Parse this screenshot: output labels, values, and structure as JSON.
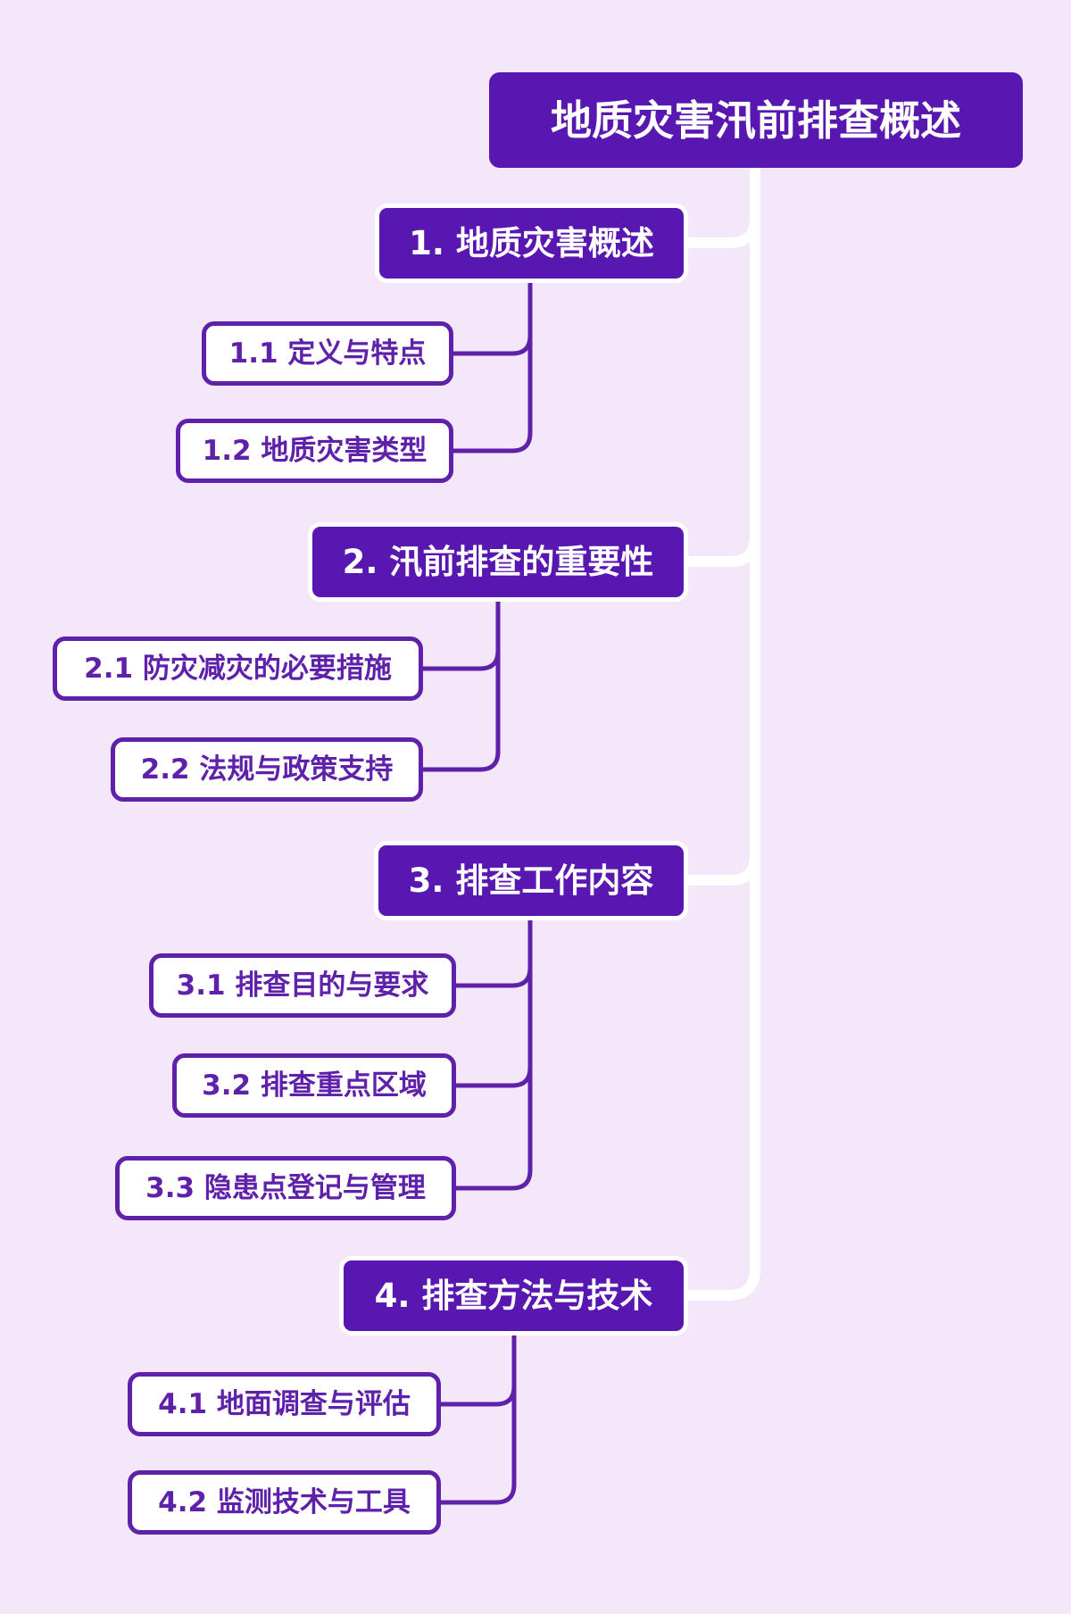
{
  "title": "地质灾害汛前排查概述",
  "colors": {
    "background": "#F3E7F9",
    "node_fill": "#5817B0",
    "accent": "#5F20AA",
    "link_white": "#FFFFFF"
  },
  "branches": [
    {
      "label": "1. 地质灾害概述",
      "children": [
        {
          "label": "1.1 定义与特点"
        },
        {
          "label": "1.2 地质灾害类型"
        }
      ]
    },
    {
      "label": "2. 汛前排查的重要性",
      "children": [
        {
          "label": "2.1 防灾减灾的必要措施"
        },
        {
          "label": "2.2 法规与政策支持"
        }
      ]
    },
    {
      "label": "3. 排查工作内容",
      "children": [
        {
          "label": "3.1 排查目的与要求"
        },
        {
          "label": "3.2 排查重点区域"
        },
        {
          "label": "3.3 隐患点登记与管理"
        }
      ]
    },
    {
      "label": "4. 排查方法与技术",
      "children": [
        {
          "label": "4.1 地面调查与评估"
        },
        {
          "label": "4.2 监测技术与工具"
        }
      ]
    }
  ]
}
